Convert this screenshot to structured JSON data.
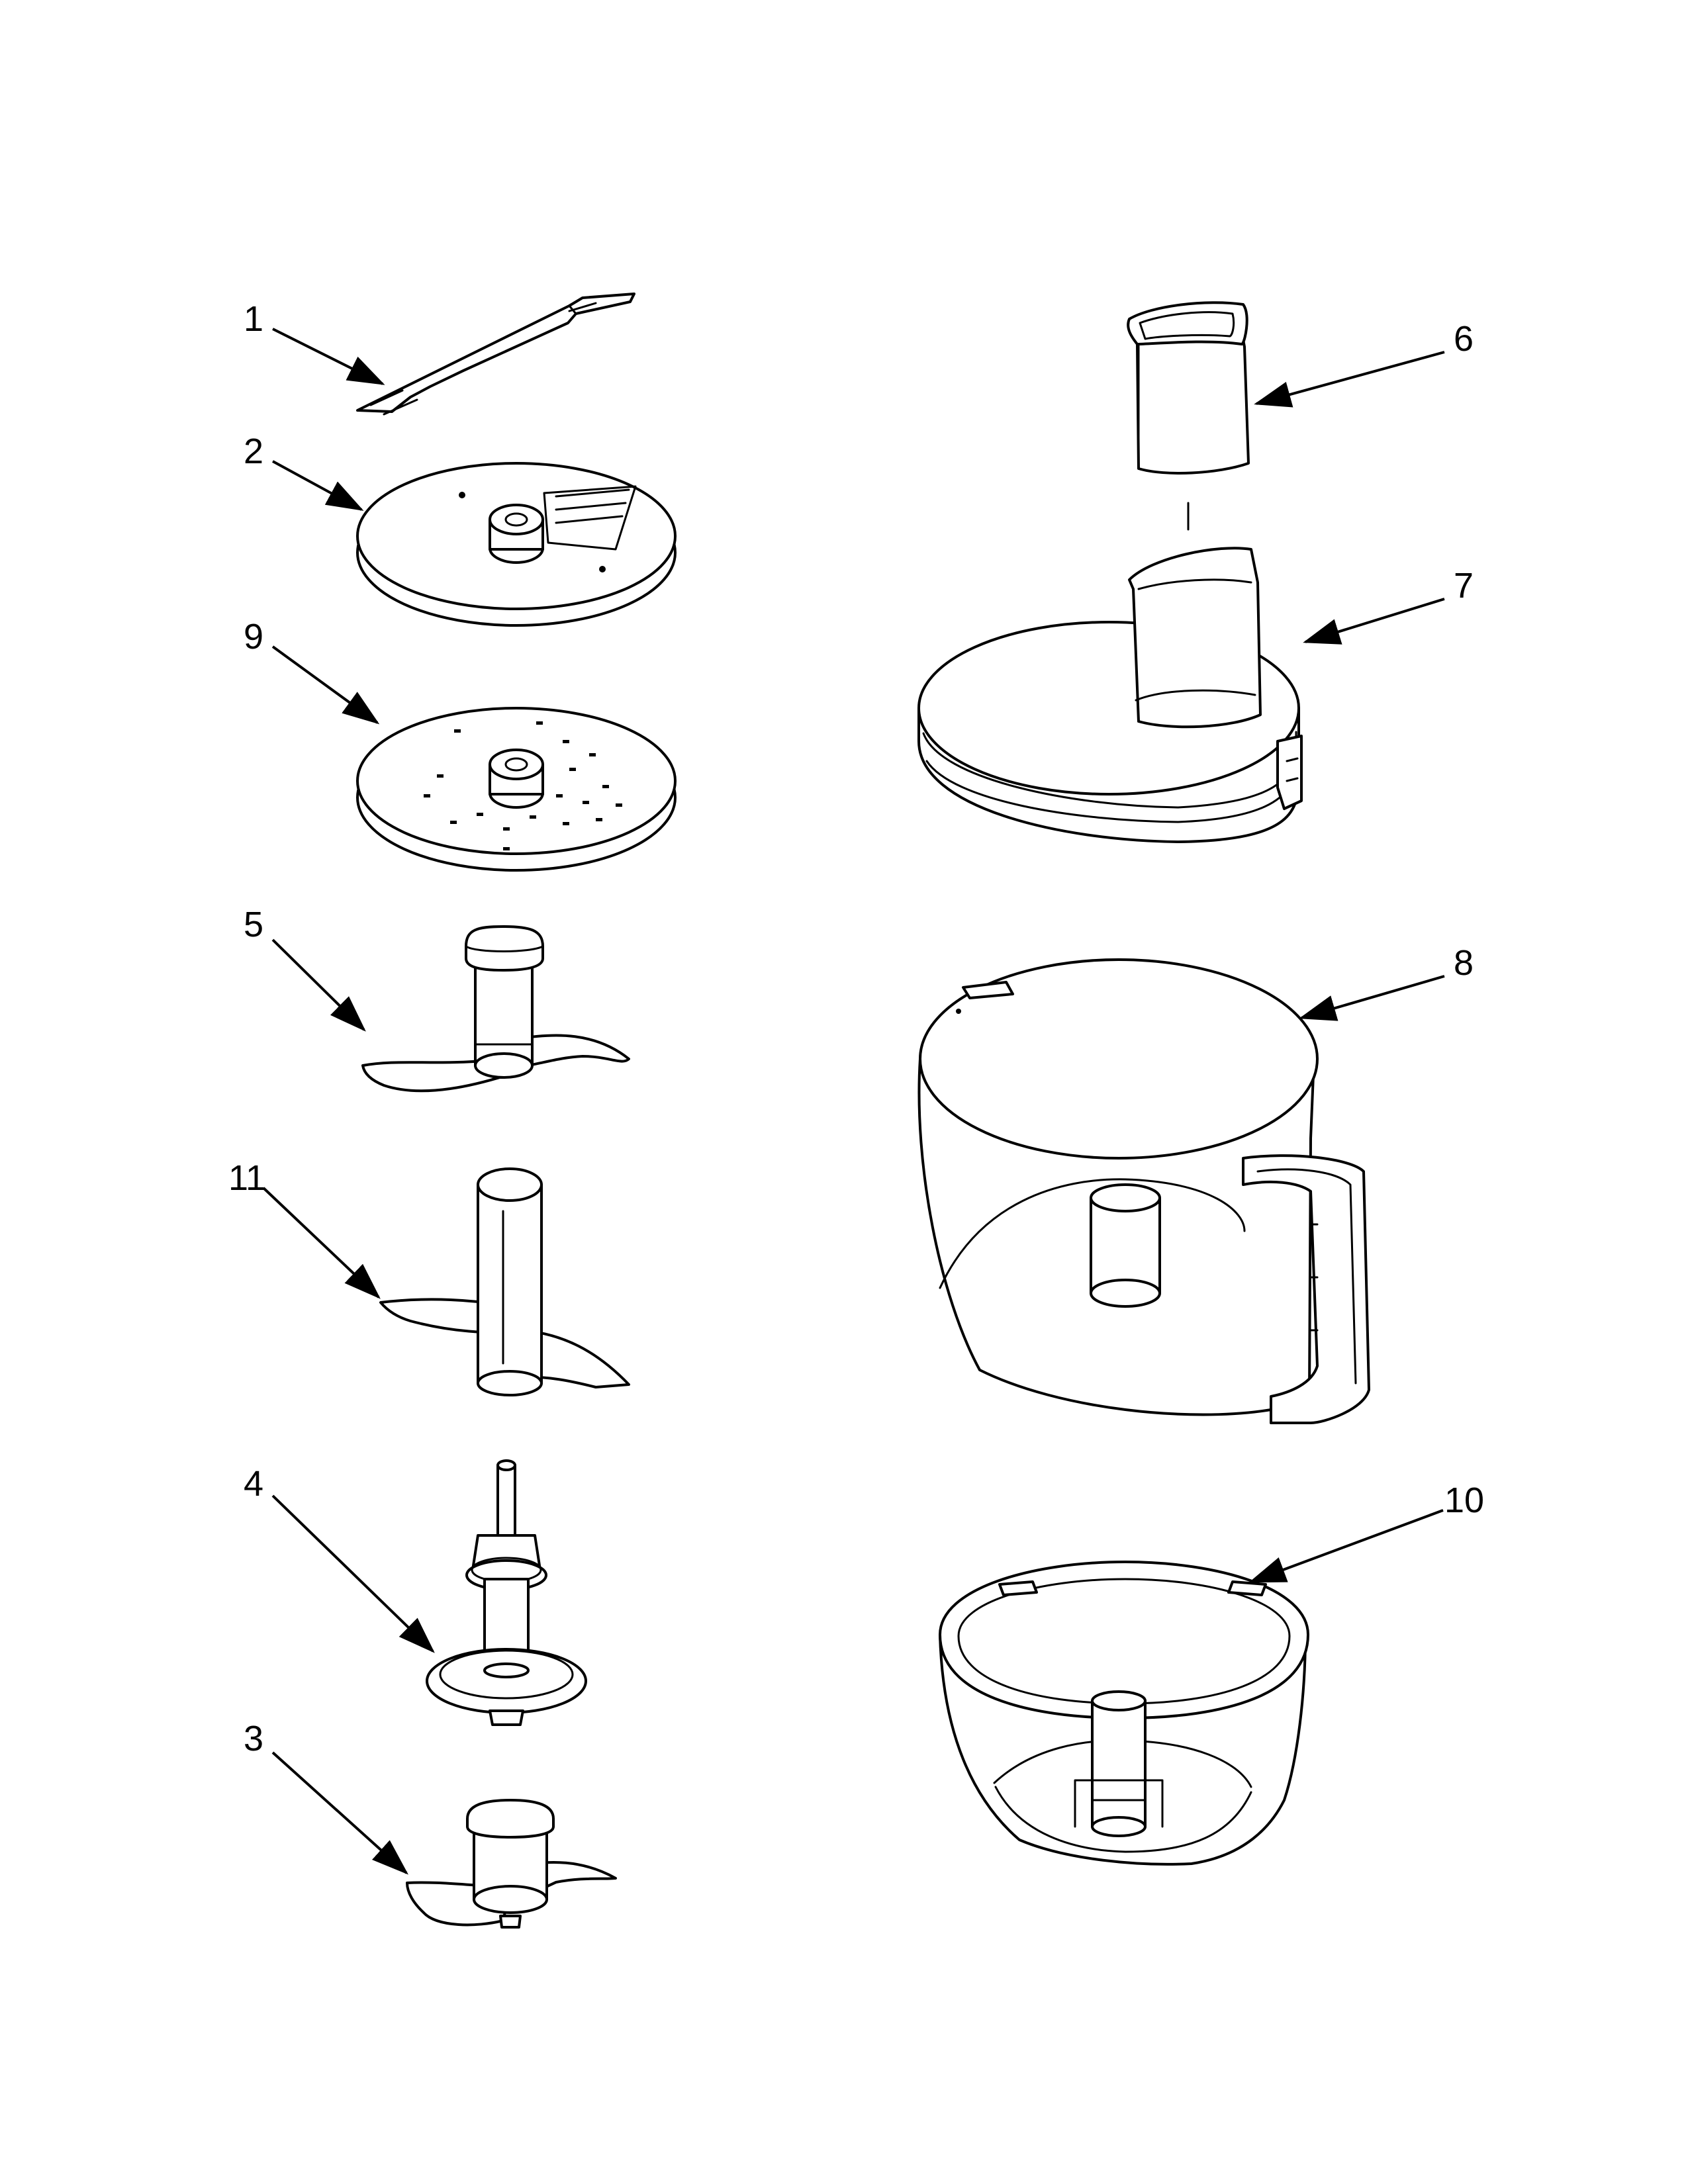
{
  "parts": [
    {
      "id": "p1",
      "label": "1",
      "shape": "spatula"
    },
    {
      "id": "p2",
      "label": "2",
      "shape": "slicing-disc"
    },
    {
      "id": "p9",
      "label": "9",
      "shape": "shredding-disc"
    },
    {
      "id": "p5",
      "label": "5",
      "shape": "multipurpose-blade"
    },
    {
      "id": "p11",
      "label": "11",
      "shape": "dough-blade"
    },
    {
      "id": "p4",
      "label": "4",
      "shape": "disc-stem"
    },
    {
      "id": "p3",
      "label": "3",
      "shape": "mini-blade"
    },
    {
      "id": "p6",
      "label": "6",
      "shape": "food-pusher"
    },
    {
      "id": "p7",
      "label": "7",
      "shape": "work-bowl-cover"
    },
    {
      "id": "p8",
      "label": "8",
      "shape": "work-bowl"
    },
    {
      "id": "p10",
      "label": "10",
      "shape": "mini-bowl"
    }
  ]
}
